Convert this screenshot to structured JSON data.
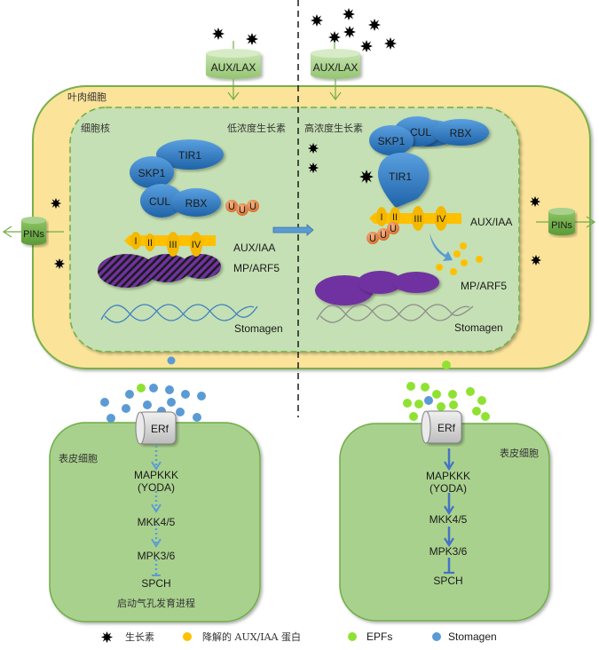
{
  "colors": {
    "cell_wall": "#fbe39a",
    "cell_border": "#79b04a",
    "nucleus": "#c5e0b4",
    "epidermal": "#a9d18e",
    "protein_blue": "#2f7bc6",
    "auxiaa_yellow": "#ffc000",
    "ubiquitin_orange": "#e58a4a",
    "arf_purple": "#7030a0",
    "epf_green": "#8fe232",
    "stomagen_blue": "#5b9bd5",
    "dna_blue": "#3f7fc0",
    "dna_gray": "#8c8c8c",
    "transporter_green": "#a9d18e",
    "pins_green": "#70ad47",
    "erf_gray": "#d9d9d9"
  },
  "mesophyll": {
    "label": "叶肉细胞",
    "nucleus_label": "细胞核"
  },
  "left_panel": {
    "condition": "低浓度生长素",
    "transporter": "AUX/LAX",
    "efflux": "PINs",
    "complex": {
      "tir1": "TIR1",
      "skp1": "SKP1",
      "cul": "CUL",
      "rbx": "RBX"
    },
    "ubiquitins": [
      "U",
      "U",
      "U"
    ],
    "auxiaa_domains": [
      "I",
      "II",
      "III",
      "IV"
    ],
    "auxiaa_label": "AUX/IAA",
    "arf_label": "MP/ARF5",
    "gene_label": "Stomagen"
  },
  "right_panel": {
    "condition": "高浓度生长素",
    "transporter": "AUX/LAX",
    "efflux": "PINs",
    "complex": {
      "tir1": "TIR1",
      "skp1": "SKP1",
      "cul": "CUL",
      "rbx": "RBX"
    },
    "ubiquitins": [
      "U",
      "U",
      "U"
    ],
    "auxiaa_domains": [
      "I",
      "II",
      "III",
      "IV"
    ],
    "auxiaa_label": "AUX/IAA",
    "arf_label": "MP/ARF5",
    "gene_label": "Stomagen"
  },
  "epidermal_left": {
    "label": "表皮细胞",
    "receptor": "ERf",
    "pathway": [
      "MAPKKK",
      "(YODA)",
      "MKK4/5",
      "MPK3/6",
      "SPCH"
    ],
    "outcome": "启动气孔发育进程",
    "arrow_style": "dotted"
  },
  "epidermal_right": {
    "label": "表皮细胞",
    "receptor": "ERf",
    "pathway": [
      "MAPKKK",
      "(YODA)",
      "MKK4/5",
      "MPK3/6",
      "SPCH"
    ],
    "arrow_style": "solid"
  },
  "legend": [
    {
      "icon": "auxin-star-icon",
      "label": "生长素"
    },
    {
      "icon": "orange-dot-icon",
      "label": "降解的 AUX/IAA 蛋白"
    },
    {
      "icon": "green-dot-icon",
      "label": "EPFs"
    },
    {
      "icon": "blue-dot-icon",
      "label": "Stomagen"
    }
  ]
}
